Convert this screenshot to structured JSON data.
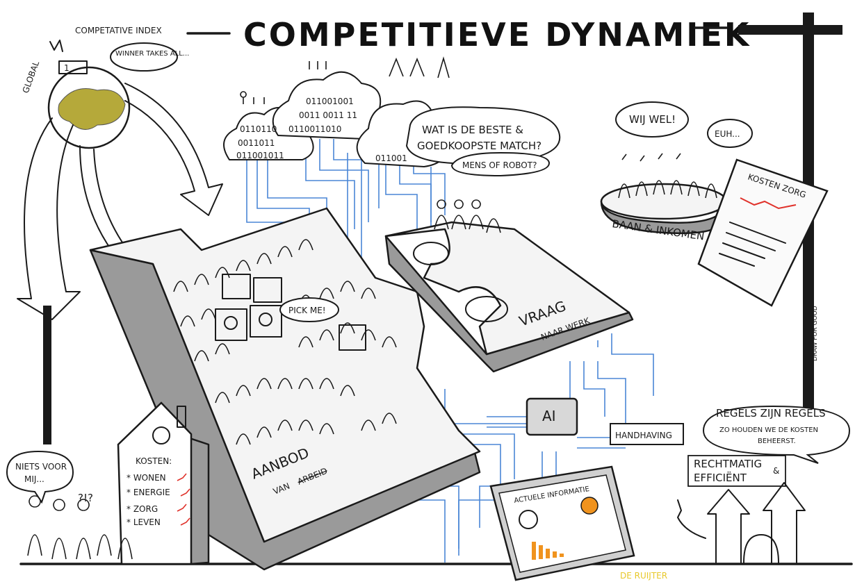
{
  "title": "COMPETITIEVE DYNAMIEK",
  "globe": {
    "index_label": "COMPETATIVE INDEX",
    "global_label": "GLOBAL",
    "winner_bubble": "WINNER TAKES ALL...",
    "earth_color": "#b5a93a"
  },
  "clouds": {
    "binary_lines": [
      "0110110",
      "0011011",
      "011001011",
      "011001001",
      "0011 0011 11",
      "0110011010",
      "011001"
    ]
  },
  "robot_question": {
    "line1": "WAT IS DE BESTE &",
    "line2": "GOEDKOOPSTE MATCH?",
    "line3": "MENS OF ROBOT?"
  },
  "income": {
    "platform_label": "BAAN & INKOMEN",
    "bubble_left": "WIJ WEL!",
    "bubble_right": "EUH..."
  },
  "cost_doc": {
    "title": "KOSTEN ZORG",
    "trend_color": "#e0322b"
  },
  "signature_side": "DRAW FOR GOOD",
  "demand_puzzle": {
    "label": "VRAAG",
    "sublabel": "NAAR WERK"
  },
  "supply_puzzle": {
    "label": "AANBOD",
    "sublabel_prefix": "VAN",
    "sublabel_struck": "ARBEID",
    "pick_me": "PICK ME!"
  },
  "ai_chip": {
    "label": "AI"
  },
  "enforcement": {
    "label": "HANDHAVING"
  },
  "rules": {
    "heading": "REGELS ZIJN REGELS",
    "line1": "ZO HOUDEN WE DE KOSTEN",
    "line2": "BEHEERST."
  },
  "lawful": {
    "line1": "RECHTMATIG",
    "line2": "EFFICIËNT",
    "amp": "&"
  },
  "house": {
    "heading": "KOSTEN:",
    "items": [
      "* WONEN",
      "* ENERGIE",
      "* ZORG",
      "* LEVEN"
    ],
    "arrow_color": "#e0322b"
  },
  "left_bubble": {
    "line1": "NIETS VOOR",
    "line2": "MIJ...",
    "question": "?!?"
  },
  "tablet": {
    "title": "ACTUELE INFORMATIE",
    "chart_color": "#f0931e"
  },
  "circuit_color": "#4a86d6",
  "artist_signature": "DE RUIJTER",
  "signature_color": "#e8c82a"
}
